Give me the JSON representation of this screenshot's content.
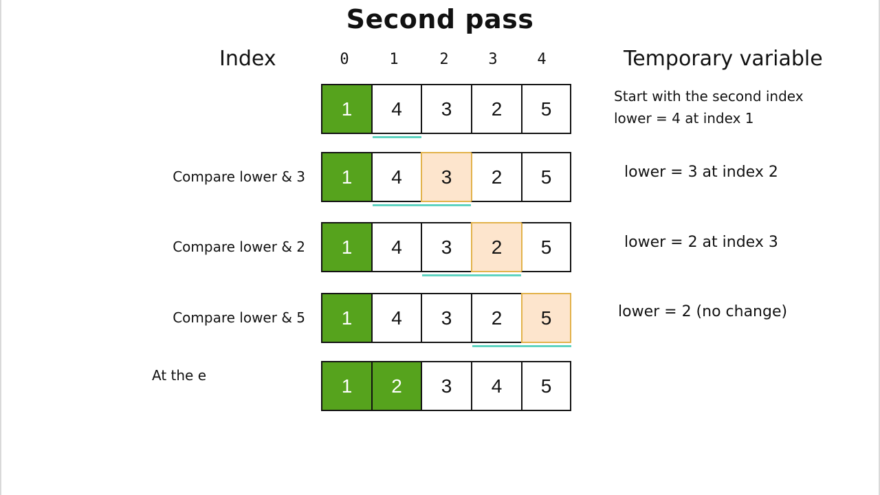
{
  "title": "Second pass",
  "headers": {
    "index_label": "Index",
    "temp_label": "Temporary variable"
  },
  "indices": [
    "0",
    "1",
    "2",
    "3",
    "4"
  ],
  "rows": [
    {
      "label": "",
      "values": [
        "1",
        "4",
        "3",
        "2",
        "5"
      ],
      "sorted_count": 1,
      "focus_index": -1,
      "underline": [
        1,
        1
      ]
    },
    {
      "label": "Compare lower & 3",
      "values": [
        "1",
        "4",
        "3",
        "2",
        "5"
      ],
      "sorted_count": 1,
      "focus_index": 2,
      "underline": [
        1,
        2
      ]
    },
    {
      "label": "Compare lower & 2",
      "values": [
        "1",
        "4",
        "3",
        "2",
        "5"
      ],
      "sorted_count": 1,
      "focus_index": 3,
      "underline": [
        2,
        3
      ]
    },
    {
      "label": "Compare lower & 5",
      "values": [
        "1",
        "4",
        "3",
        "2",
        "5"
      ],
      "sorted_count": 1,
      "focus_index": 4,
      "underline": [
        3,
        4
      ]
    },
    {
      "label": "",
      "values": [
        "1",
        "2",
        "3",
        "4",
        "5"
      ],
      "sorted_count": 2,
      "focus_index": -1,
      "underline": null
    }
  ],
  "notes": {
    "start_line1": "Start with the second index",
    "start_line2": "lower = 4 at index 1",
    "row2": "lower = 3 at index 2",
    "row3": "lower = 2 at index 3",
    "row4": "lower = 2 (no change)"
  },
  "partial_caption": "At the e",
  "colors": {
    "sorted": "#56a31d",
    "focus_fill": "#fde5cd",
    "focus_border": "#e2b24a",
    "underline": "#5ed3c0"
  }
}
